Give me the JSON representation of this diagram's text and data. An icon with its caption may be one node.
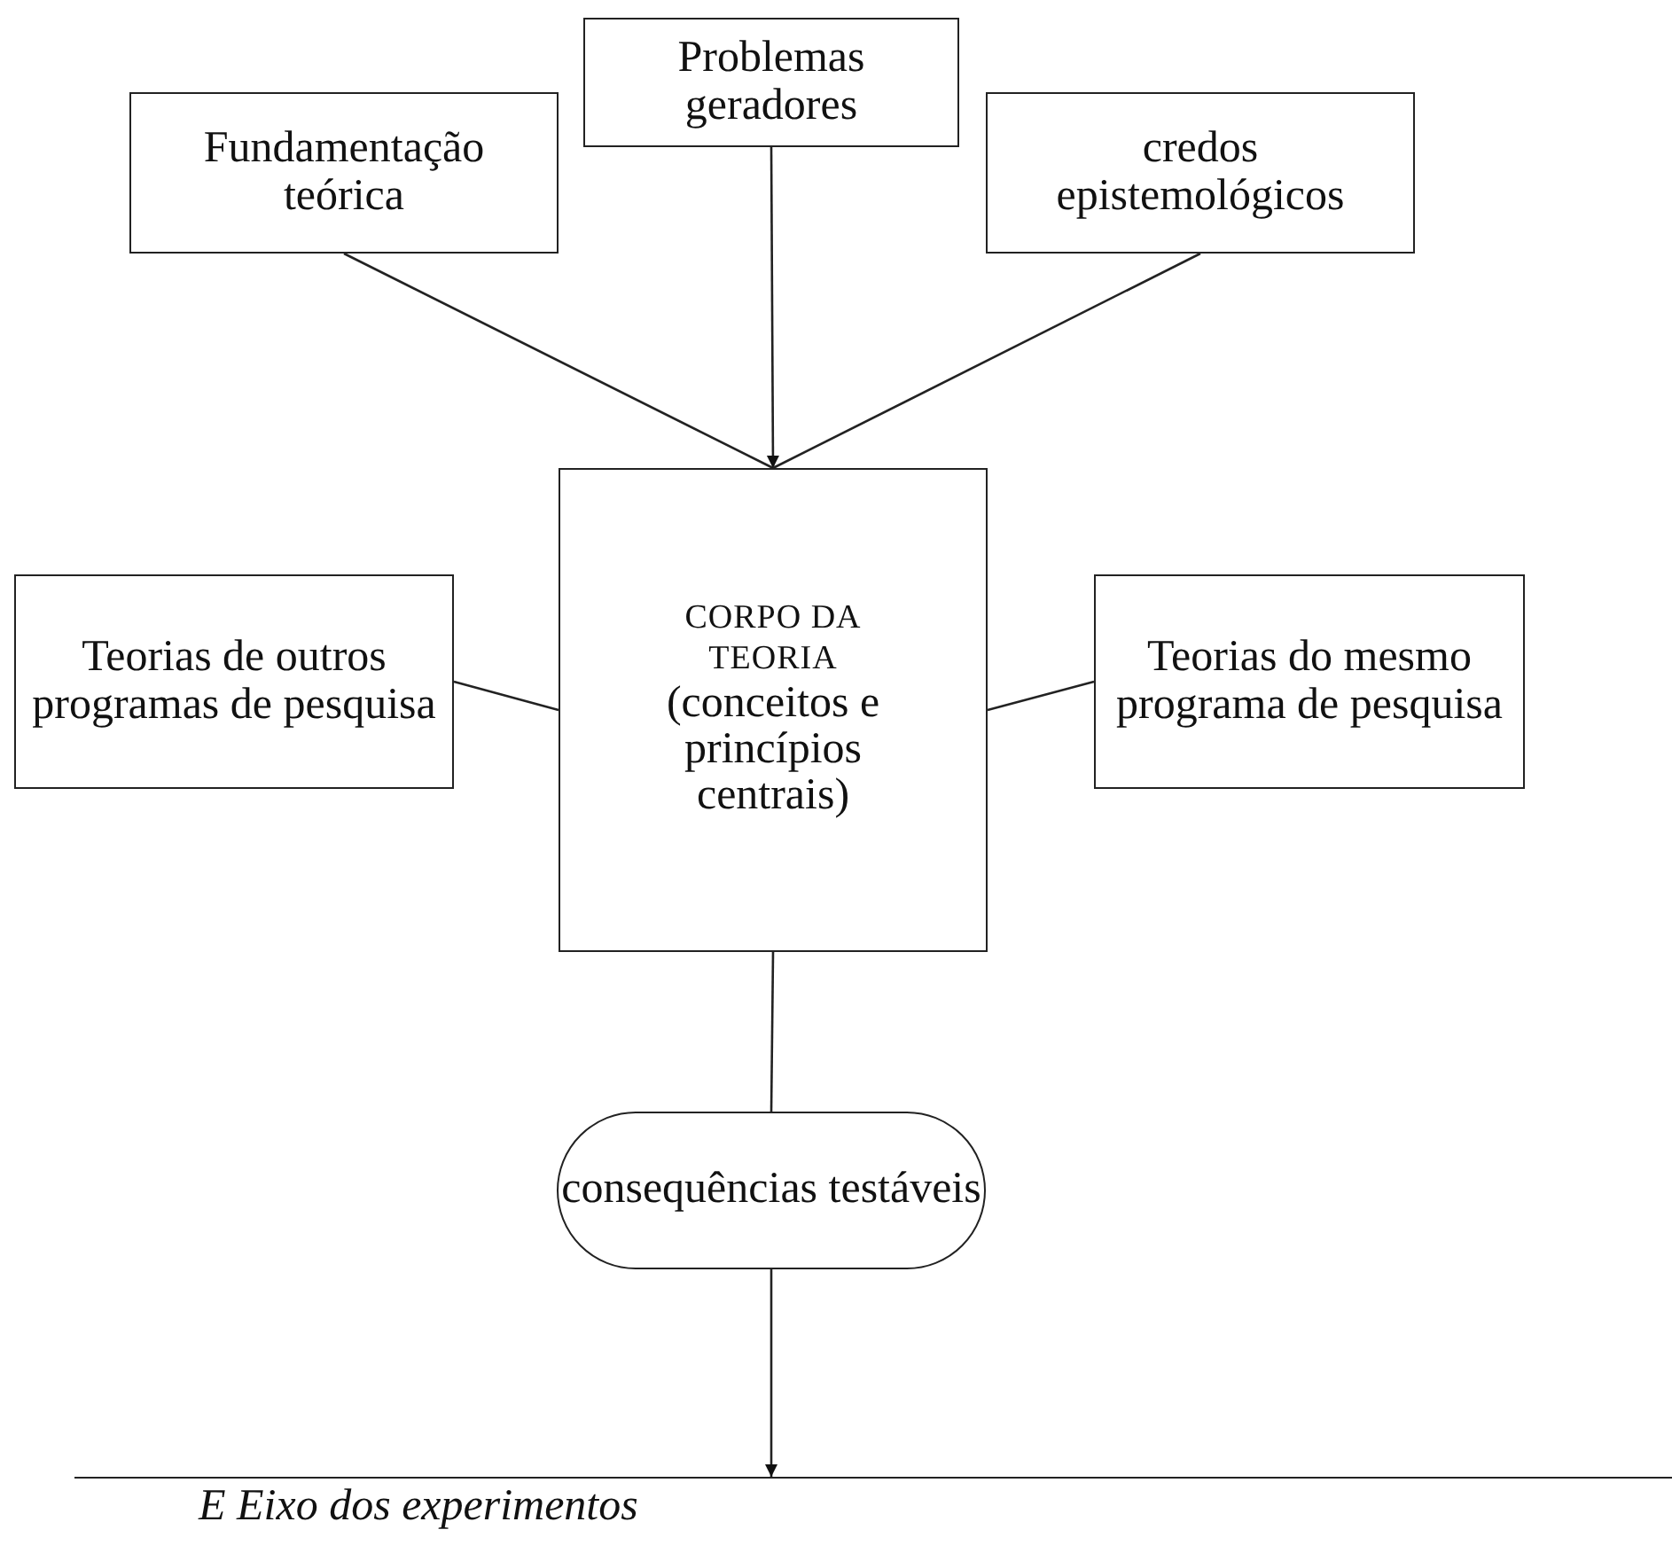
{
  "diagram": {
    "nodes": [
      {
        "text": [
          "Fundamentação teórica"
        ]
      },
      {
        "text": [
          "Problemas geradores"
        ]
      },
      {
        "text": [
          "credos epistemológicos"
        ]
      },
      {
        "text": [
          "CORPO DA TEORIA",
          "(conceitos e princípios centrais)"
        ]
      },
      {
        "text": [
          "Teorias de outros programas de pesquisa"
        ]
      },
      {
        "text": [
          "Teorias do mesmo programa de pesquisa"
        ]
      },
      {
        "text": [
          "consequências testáveis"
        ]
      },
      {
        "text": [
          "E Eixo dos experimentos"
        ]
      }
    ],
    "edges": [
      {
        "from": 0,
        "to": 3,
        "arrow": "none"
      },
      {
        "from": 1,
        "to": 3,
        "arrow": "to"
      },
      {
        "from": 2,
        "to": 3,
        "arrow": "none"
      },
      {
        "from": 4,
        "to": 3,
        "arrow": "none"
      },
      {
        "from": 3,
        "to": 5,
        "arrow": "none"
      },
      {
        "from": 3,
        "to": 6,
        "arrow": "none"
      },
      {
        "from": 6,
        "to": 7,
        "arrow": "to"
      }
    ]
  }
}
